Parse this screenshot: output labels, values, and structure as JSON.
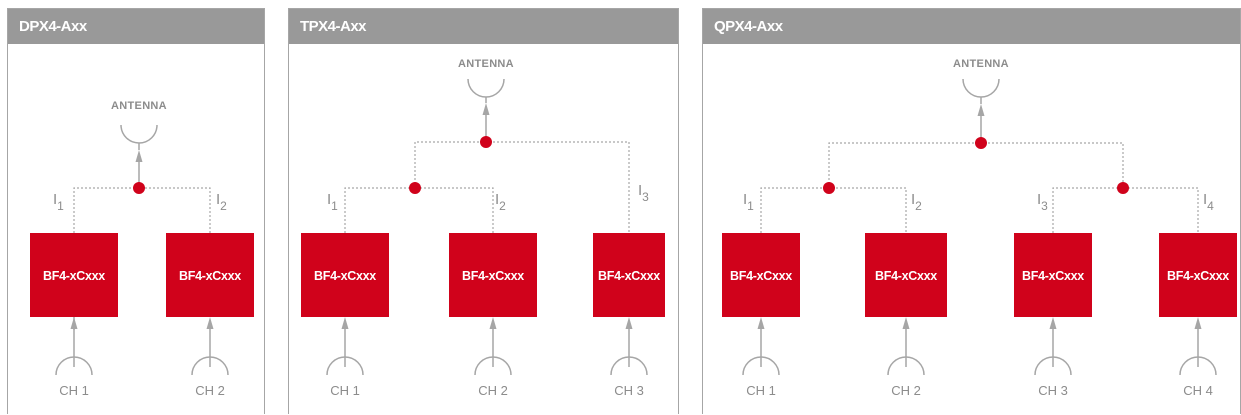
{
  "panels": [
    {
      "title": "DPX4-Axx",
      "antenna_label": "ANTENNA",
      "box_label": "BF4-xCxxx",
      "channels": [
        "CH 1",
        "CH 2"
      ],
      "currents": [
        {
          "letter": "I",
          "sub": "1"
        },
        {
          "letter": "I",
          "sub": "2"
        }
      ]
    },
    {
      "title": "TPX4-Axx",
      "antenna_label": "ANTENNA",
      "box_label": "BF4-xCxxx",
      "channels": [
        "CH 1",
        "CH 2",
        "CH 3"
      ],
      "currents": [
        {
          "letter": "I",
          "sub": "1"
        },
        {
          "letter": "I",
          "sub": "2"
        },
        {
          "letter": "I",
          "sub": "3"
        }
      ]
    },
    {
      "title": "QPX4-Axx",
      "antenna_label": "ANTENNA",
      "box_label": "BF4-xCxxx",
      "channels": [
        "CH 1",
        "CH 2",
        "CH 3",
        "CH 4"
      ],
      "currents": [
        {
          "letter": "I",
          "sub": "1"
        },
        {
          "letter": "I",
          "sub": "2"
        },
        {
          "letter": "I",
          "sub": "3"
        },
        {
          "letter": "I",
          "sub": "4"
        }
      ]
    }
  ],
  "colors": {
    "header_bg": "#999999",
    "box_fill": "#d0021b",
    "junction": "#d0021b",
    "line": "#a6a6a6",
    "text_gray": "#8c8c8c"
  }
}
